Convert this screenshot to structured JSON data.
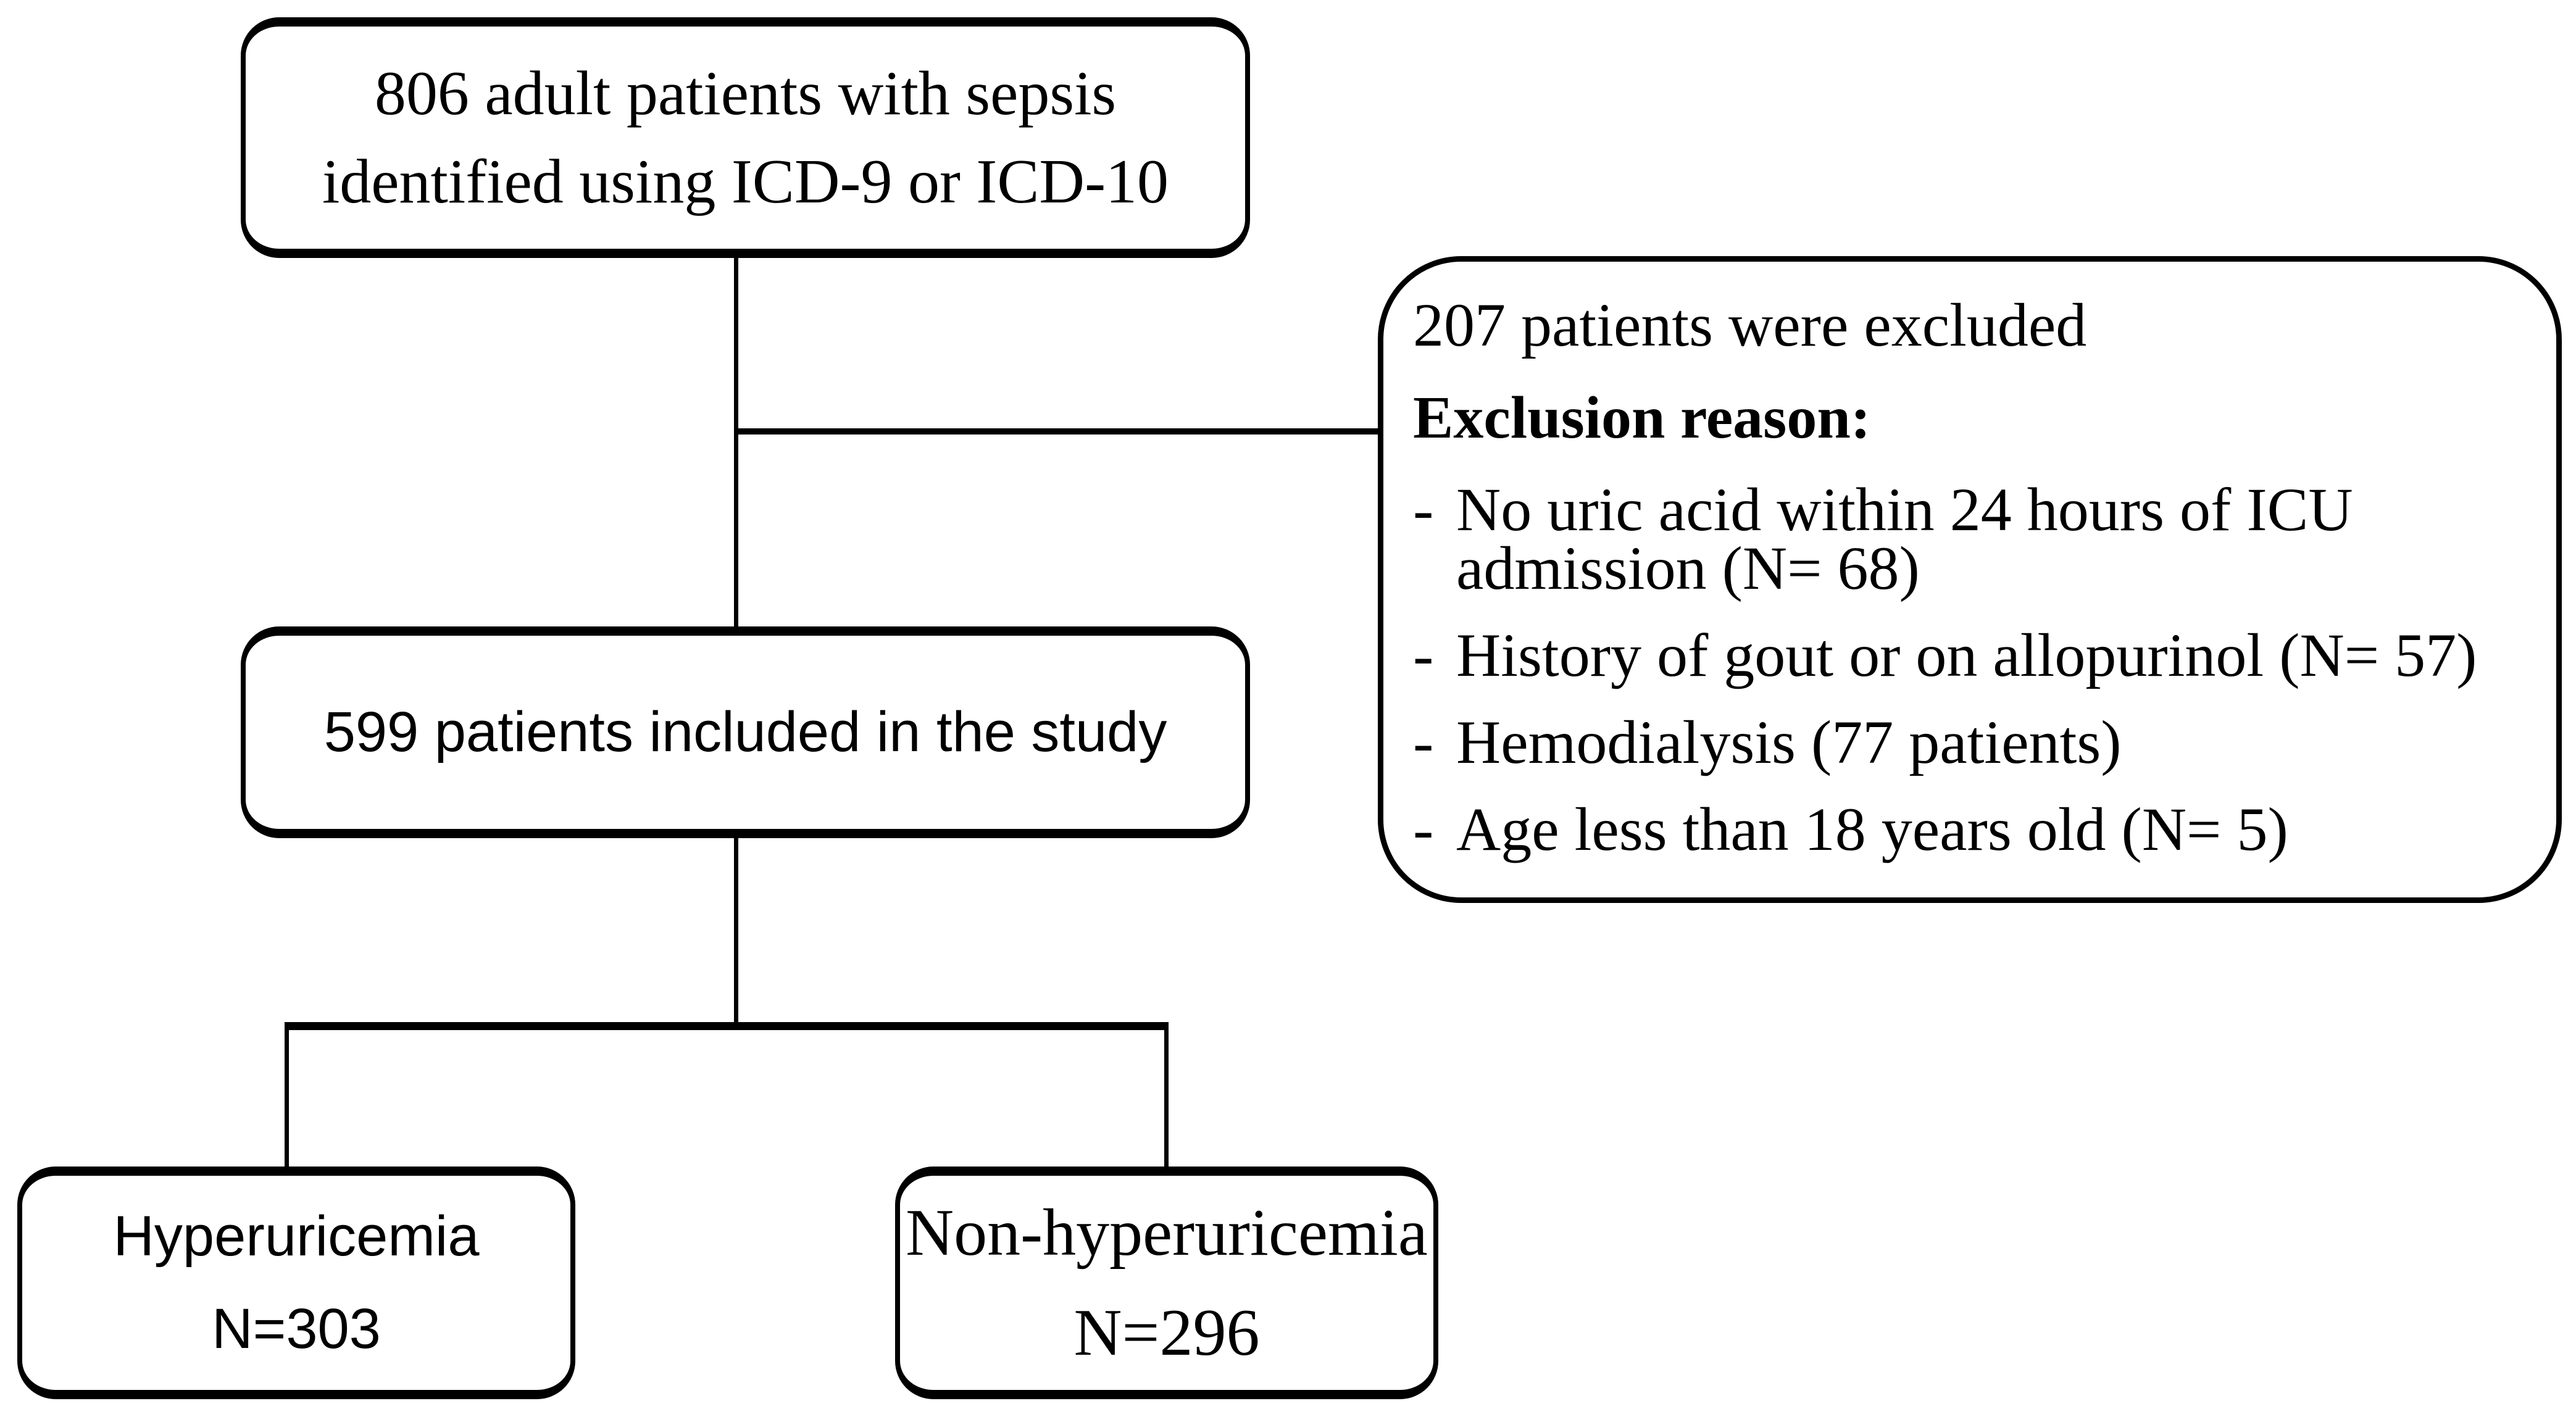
{
  "diagram": {
    "top_box": {
      "line1": "806 adult patients with sepsis",
      "line2": "identified using ICD-9 or ICD-10"
    },
    "exclusion_box": {
      "title": "207 patients were excluded",
      "subtitle": "Exclusion reason:",
      "bullet_marker": "-",
      "bullets": [
        {
          "lines": [
            "No uric acid within 24 hours of ICU",
            "admission (N= 68)"
          ]
        },
        {
          "lines": [
            "History of gout or on allopurinol (N= 57)"
          ]
        },
        {
          "lines": [
            "Hemodialysis (77 patients)"
          ]
        },
        {
          "lines": [
            "Age less than 18 years old (N= 5)"
          ]
        }
      ]
    },
    "middle_box": {
      "text": "599 patients included in the study"
    },
    "left_box": {
      "line1": "Hyperuricemia",
      "line2": "N=303"
    },
    "right_box": {
      "line1": "Non-hyperuricemia",
      "line2": "N=296"
    },
    "colors": {
      "line": "#000000",
      "background": "#ffffff",
      "text": "#000000"
    }
  }
}
